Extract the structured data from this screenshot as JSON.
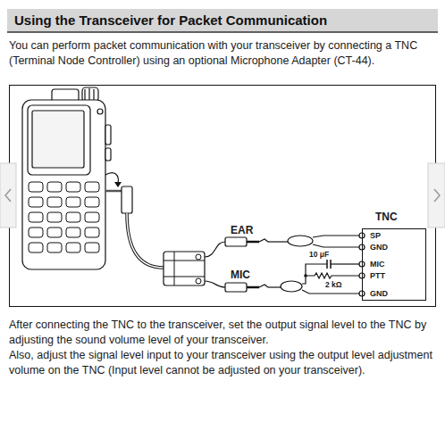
{
  "diagram": {
    "title": "Using the Transceiver for Packet Communication",
    "nodes": [
      {
        "text": [
          "TNC",
          "SP",
          "GND",
          "MIC",
          "PTT",
          "GND"
        ]
      }
    ],
    "labels": [
      "You can perform packet communication with your transceiver by connecting a TNC (Terminal Node Controller) using an optional Microphone Adapter (CT-44).",
      "EAR",
      "MIC",
      "10 μF",
      "2 kΩ",
      "After connecting the TNC to the transceiver, set the output signal level to the TNC by adjusting the sound volume level of your transceiver.",
      "Also, adjust the signal level input to your transceiver using the output level adjustment volume on the TNC (Input level cannot be adjusted on your transceiver)."
    ]
  }
}
